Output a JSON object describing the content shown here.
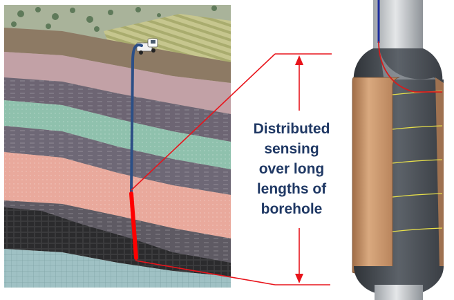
{
  "caption": {
    "lines": [
      "Distributed",
      "sensing",
      "over long",
      "lengths of",
      "borehole"
    ]
  },
  "colors": {
    "caption_text": "#1f3864",
    "callout_red": "#e8141b",
    "cable_blue": "#2c4f86",
    "sensing_segment": "#ff0000",
    "sleeve_copper": "#c99468",
    "tool_dark": "#4a5058",
    "tool_gray": "#bfc3c7",
    "sensor_rings": "#e8e04a"
  },
  "icons": [
    "truck-icon",
    "borehole-cable-icon",
    "downhole-tool-icon",
    "dimension-arrow-icon"
  ]
}
